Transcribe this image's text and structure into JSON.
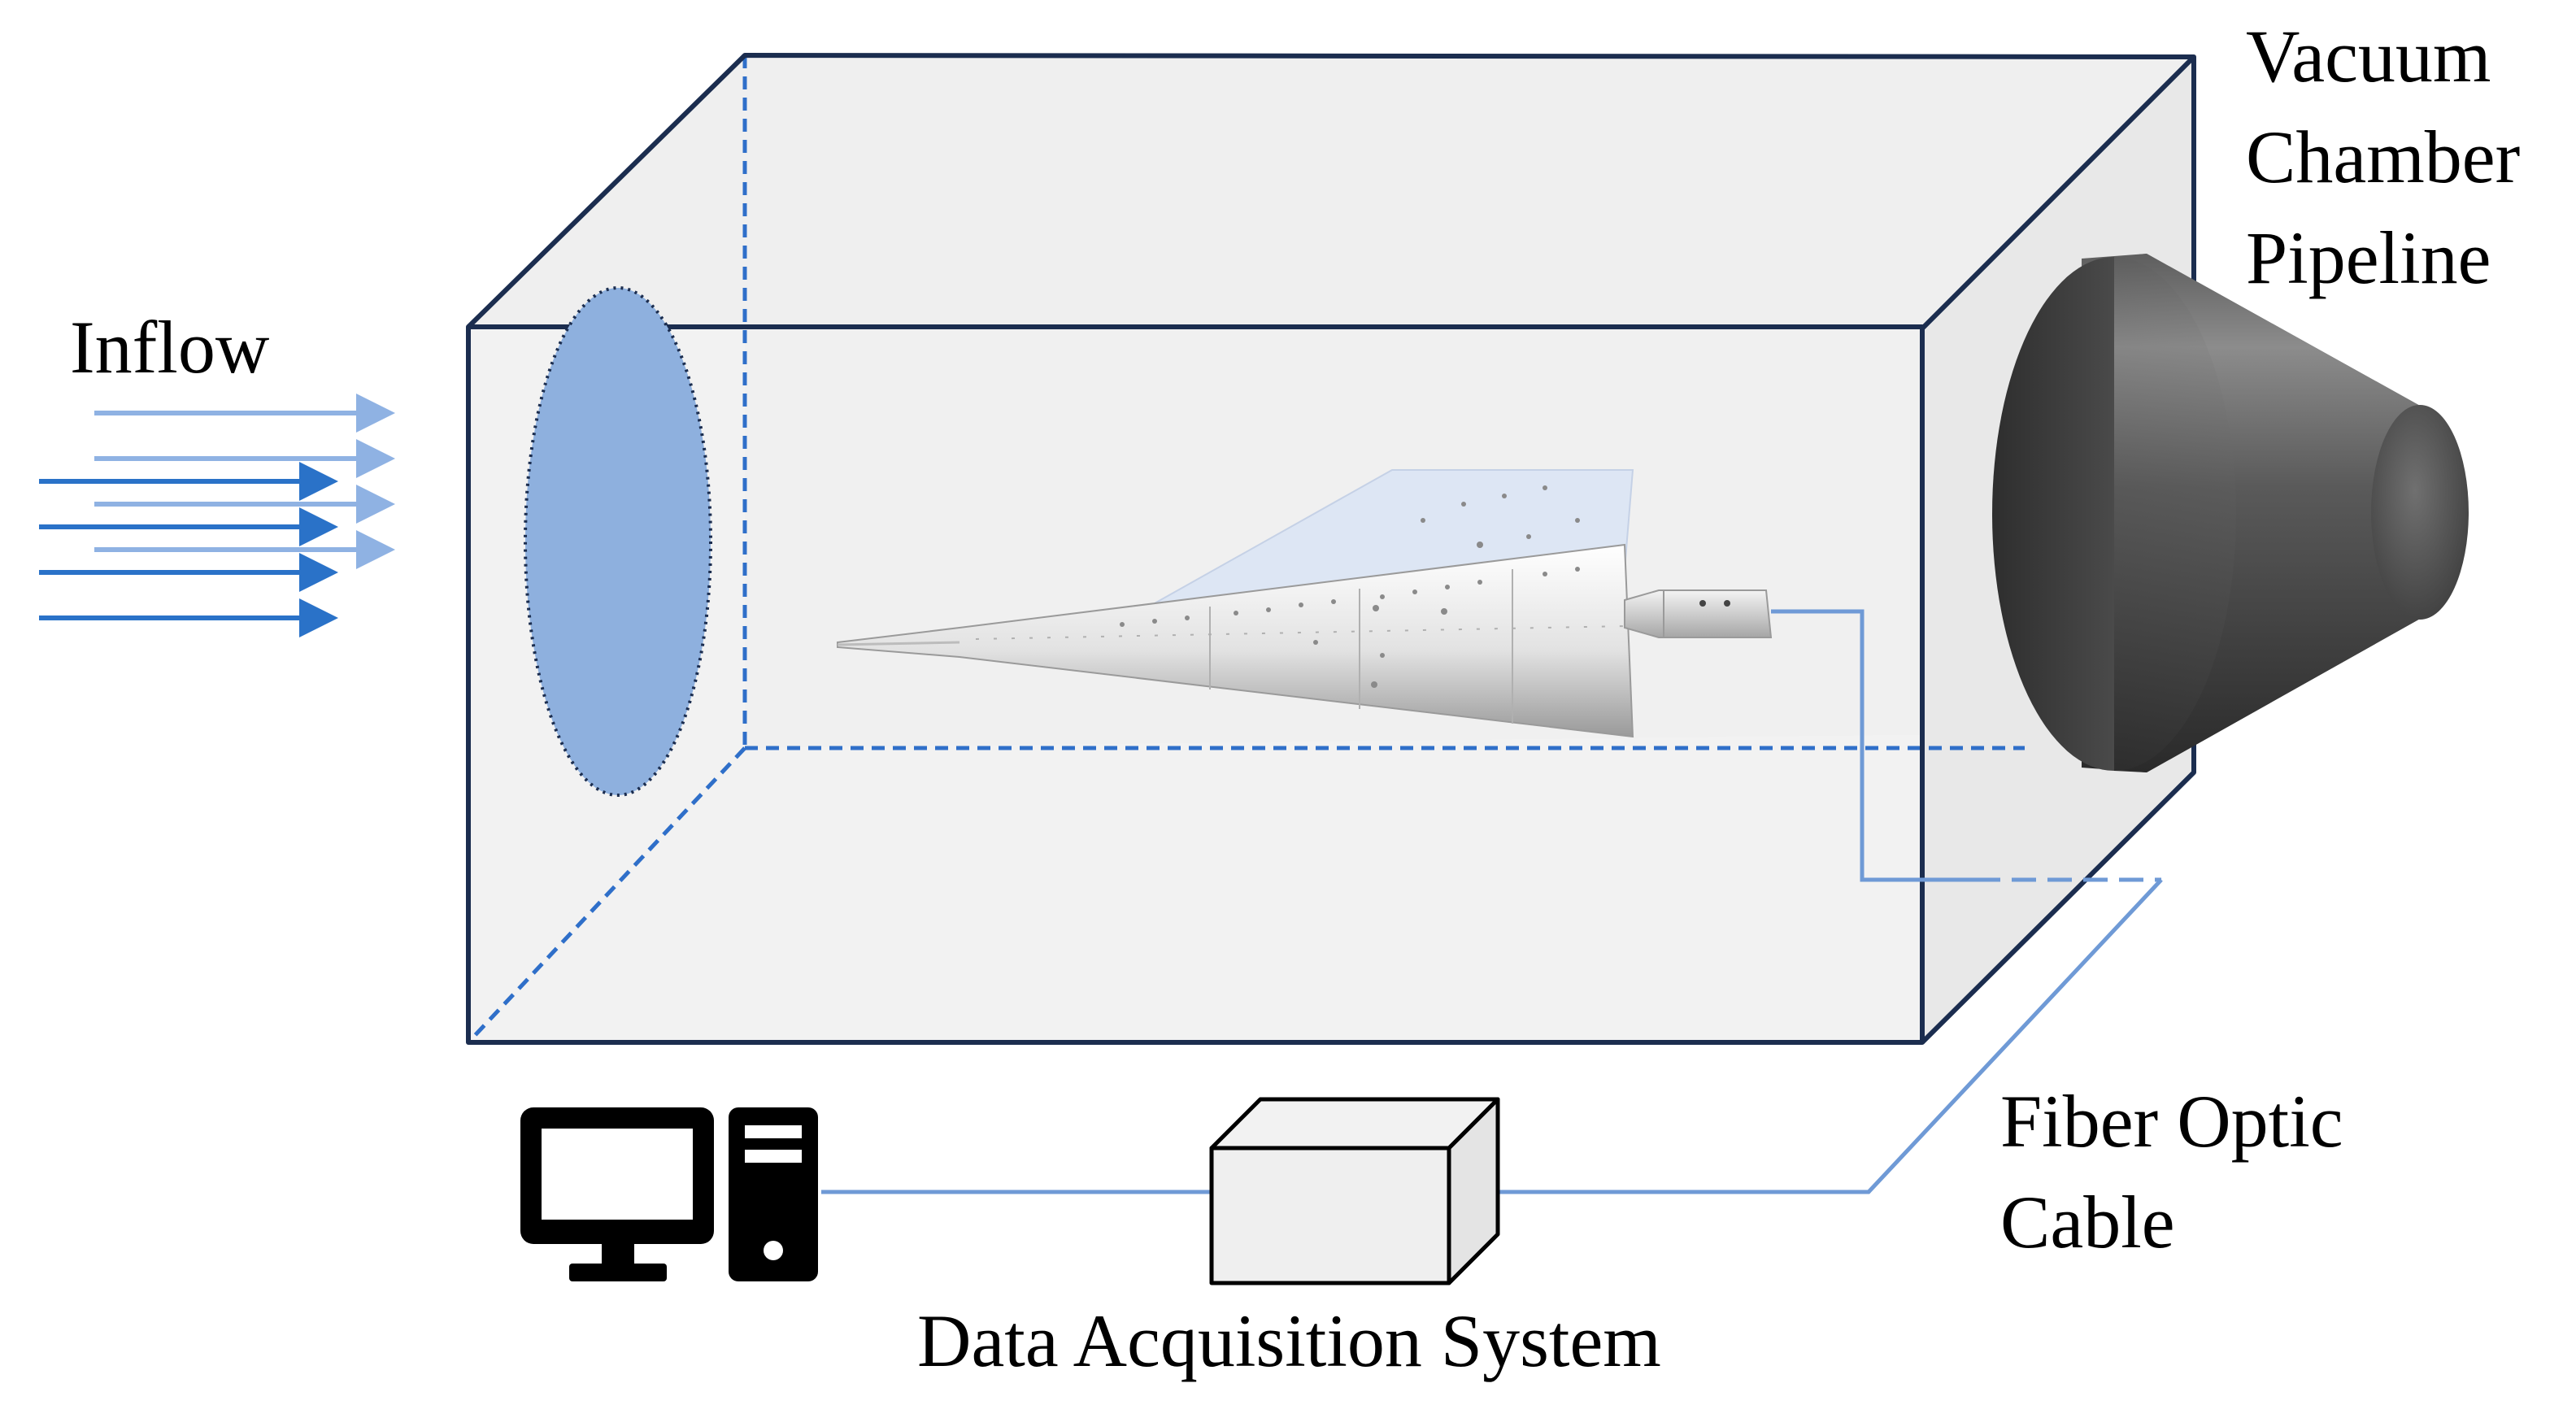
{
  "labels": {
    "inflow": "Inflow",
    "vacuum_line1": "Vacuum",
    "vacuum_line2": "Chamber",
    "vacuum_line3": "Pipeline",
    "fiber_line1": "Fiber Optic",
    "fiber_line2": "Cable",
    "daq": "Data Acquisition System"
  },
  "colors": {
    "box_edge": "#1b2d4f",
    "box_fill": "#f1f1f1",
    "dashed_edge": "#2f6fc9",
    "window_fill": "#8eb0de",
    "arrow_dark": "#2a72c8",
    "arrow_light": "#8fb2e3",
    "cable": "#6f9ad6",
    "computer": "#000000",
    "cone_dark": "#3c3c3c",
    "model_top": "#dde6f4"
  },
  "icons": [
    "inflow-arrows",
    "window-ellipse",
    "aircraft-model",
    "vacuum-cone",
    "computer-monitor-icon",
    "computer-tower-icon",
    "daq-box"
  ]
}
